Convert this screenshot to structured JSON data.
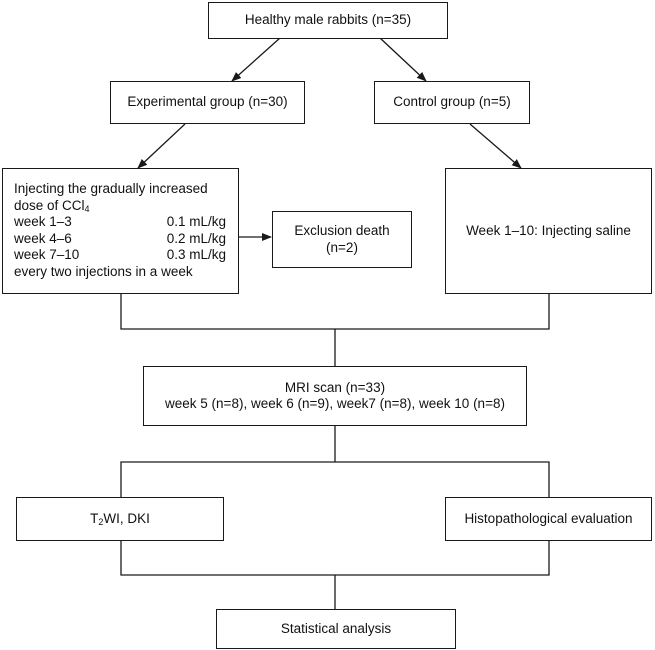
{
  "nodes": {
    "start": {
      "text": "Healthy male rabbits (n=35)"
    },
    "experimental": {
      "text": "Experimental group (n=30)"
    },
    "control": {
      "text": "Control group (n=5)"
    },
    "protocol": {
      "line1": "Injecting the gradually increased",
      "line2": "dose of CCl",
      "line2_sub": "4",
      "doses": [
        {
          "week": "week 1–3",
          "dose": "0.1 mL/kg"
        },
        {
          "week": "week 4–6",
          "dose": "0.2 mL/kg"
        },
        {
          "week": "week 7–10",
          "dose": "0.3 mL/kg"
        }
      ],
      "line_last": "every two injections in a week"
    },
    "exclusion": {
      "line1": "Exclusion death",
      "line2": "(n=2)"
    },
    "saline": {
      "text": "Week 1–10: Injecting saline"
    },
    "mri": {
      "line1": "MRI scan (n=33)",
      "line2": "week 5 (n=8), week 6 (n=9), week7 (n=8), week 10 (n=8)"
    },
    "imaging": {
      "prefix": "T",
      "sub": "2",
      "suffix": "WI, DKI"
    },
    "histo": {
      "text": "Histopathological evaluation"
    },
    "stats": {
      "text": "Statistical analysis"
    }
  }
}
